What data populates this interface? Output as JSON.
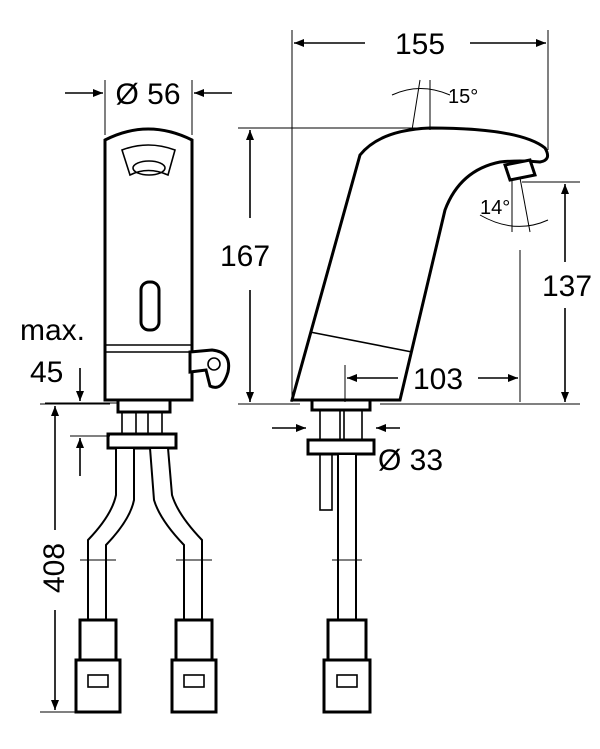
{
  "dimensions": {
    "sensor_diameter": "Ø 56",
    "total_width": "155",
    "spout_angle": "15°",
    "outlet_angle": "14°",
    "total_height": "167",
    "outlet_height": "137",
    "max_label": "max.",
    "max_value": "45",
    "spout_reach": "103",
    "base_diameter": "Ø 33",
    "hose_length": "408"
  },
  "colors": {
    "line": "#000000",
    "background": "#ffffff"
  }
}
